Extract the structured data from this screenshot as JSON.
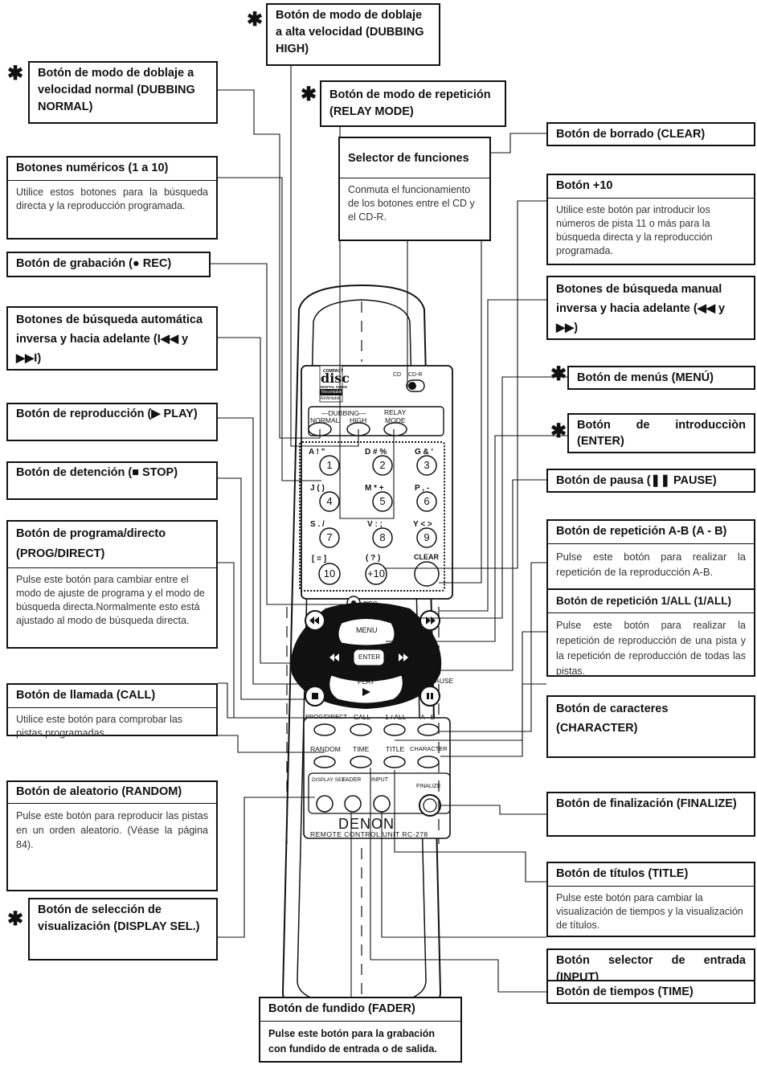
{
  "stars": [
    "✱",
    "✱",
    "✱",
    "✱",
    "✱",
    "✱"
  ],
  "boxes": {
    "dubbing_high": {
      "title": "Botón de modo de doblaje a alta velocidad (DUBBING HIGH)"
    },
    "dubbing_normal": {
      "title": "Botón de modo de doblaje a velocidad normal (DUBBING NORMAL)"
    },
    "relay_mode": {
      "title": "Botón de modo de repetición (RELAY MODE)"
    },
    "function_selector": {
      "title": "Selector de funciones",
      "desc": "Conmuta el funcionamiento de los botones entre el CD y el CD-R."
    },
    "clear": {
      "title": "Botón de borrado (CLEAR)"
    },
    "numeric": {
      "title": "Botones numéricos (1 a 10)",
      "desc": "Utilice estos botones para la búsqueda directa y la reproducción programada."
    },
    "plus10": {
      "title": "Botón +10",
      "desc": "Utilice este botón par introducir los números de pista 11 o más para la búsqueda directa y la reproducción programada."
    },
    "rec": {
      "title": "Botón de grabación (● REC)"
    },
    "manual_search": {
      "title": "Botones de búsqueda manual inversa y hacia adelante (◀◀ y ▶▶)"
    },
    "auto_search": {
      "title": "Botones de búsqueda automática inversa y hacia adelante (I◀◀ y ▶▶I)"
    },
    "menu": {
      "title": "Botón de menús (MENÚ)"
    },
    "play": {
      "title": "Botón de reproducción (▶ PLAY)"
    },
    "enter": {
      "title": "Botón de introducciòn (ENTER)"
    },
    "stop": {
      "title": "Botón de detención (■ STOP)"
    },
    "pause": {
      "title": "Botón de pausa (❚❚ PAUSE)"
    },
    "prog_direct": {
      "title": "Botón de programa/directo (PROG/DIRECT)",
      "desc": "Pulse este botón para cambiar entre el modo de ajuste de programa y el modo de búsqueda directa.Normalmente esto está ajustado al modo de búsqueda directa."
    },
    "ab_repeat": {
      "title": "Botón de repetición A-B (A - B)",
      "desc": "Pulse este botón para realizar la repetición de la reproducción A-B."
    },
    "repeat_1all": {
      "title": "Botón de repetición 1/ALL (1/ALL)",
      "desc": "Pulse este botón para realizar la repetición de reproducción de una pista y la repetición de reproducción de todas las pistas."
    },
    "call": {
      "title": "Botón de llamada (CALL)",
      "desc": "Utilice este botón para comprobar las pistas programadas."
    },
    "character": {
      "title": "Botón de caracteres (CHARACTER)"
    },
    "random": {
      "title": "Botón de aleatorio (RANDOM)",
      "desc": "Pulse este botón para reproducir las pistas en un orden aleatorio. (Véase la página 84)."
    },
    "finalize": {
      "title": "Botón de finalización (FINALIZE)"
    },
    "title_btn": {
      "title": "Botón de títulos (TITLE)",
      "desc": "Pulse este botón para cambiar la visualización de tiempos y la visualización de títulos."
    },
    "display_sel": {
      "title": "Botón de selección de visualización (DISPLAY SEL.)"
    },
    "input": {
      "title": "Botón selector de entrada (INPUT)"
    },
    "time": {
      "title": "Botón de tiempos (TIME)"
    },
    "fader": {
      "title": "Botón de fundido (FADER)",
      "desc": "Pulse este botón para la grabación con fundido de entrada o de salida."
    }
  },
  "remote": {
    "logo": [
      "COMPACT",
      "disc",
      "DIGITAL AUDIO",
      "Recordable",
      "ReWritable"
    ],
    "switch_cd": "CD",
    "switch_cdr": "CD-R",
    "dubbing": "—DUBBING—",
    "normal": "NORMAL",
    "high": "HIGH",
    "relay": "RELAY",
    "mode": "MODE",
    "keys": [
      "1",
      "2",
      "3",
      "4",
      "5",
      "6",
      "7",
      "8",
      "9",
      "10",
      "+10"
    ],
    "chars": [
      "A ! \"",
      "D # %",
      "G & '",
      "J ( )",
      "M * +",
      "P , -",
      "S . /",
      "V : ;",
      "Y < >",
      "[ = ]",
      "( ? )"
    ],
    "clear": "CLEAR",
    "rec": "REC",
    "menu": "MENU",
    "enter": "ENTER",
    "play": "PLAY",
    "stop": "STOP",
    "pause": "PAUSE",
    "prog_direct": "PROG/DIRECT",
    "call": "CALL",
    "one_all": "1 / ALL",
    "ab": "A - B",
    "random": "RANDOM",
    "time": "TIME",
    "title": "TITLE",
    "character": "CHARACTER",
    "display_sel": "DISPLAY SEL.",
    "fader": "FADER",
    "input": "INPUT",
    "finalize": "FINALIZE",
    "brand": "DENON",
    "model": "REMOTE CONTROL UNIT RC-278"
  }
}
